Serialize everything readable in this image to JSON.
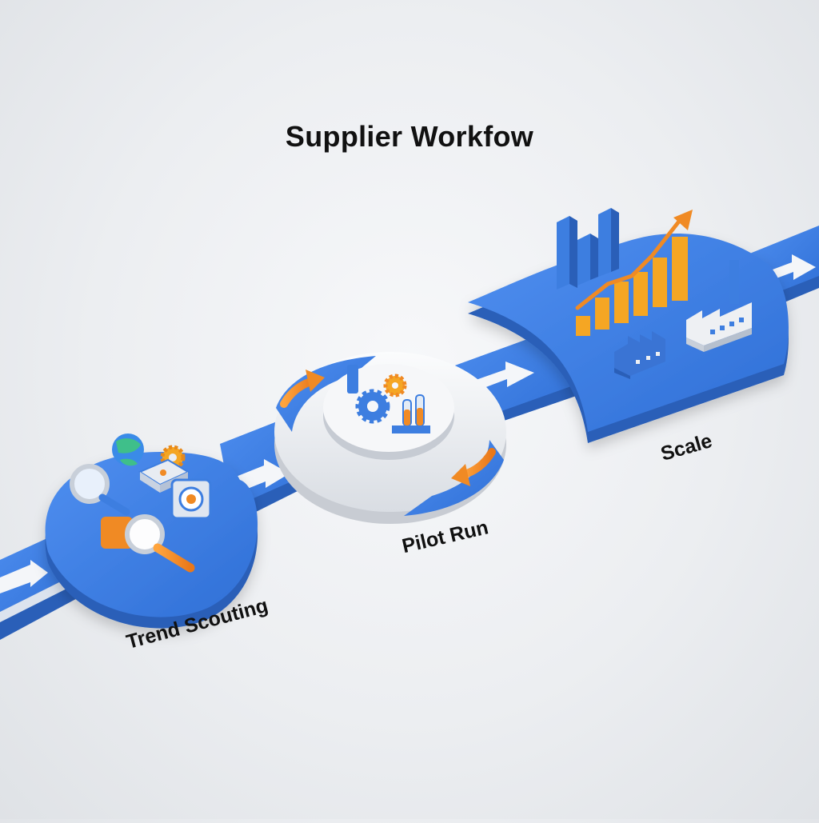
{
  "title": "Supplier Workfow",
  "stages": [
    {
      "id": "trend",
      "label": "Trend Scouting"
    },
    {
      "id": "pilot",
      "label": "Pilot Run"
    },
    {
      "id": "scale",
      "label": "Scale"
    }
  ],
  "colors": {
    "path_blue": "#3d7ee0",
    "path_dark": "#2a5fb8",
    "accent_orange": "#f08a24",
    "platform_white": "#eef0f3",
    "arrow_white": "#f4f6f9"
  },
  "icons": [
    "globe-icon",
    "gear-icon",
    "magnifier-icon",
    "circuit-chip-icon",
    "flask-icon",
    "bar-chart-icon",
    "growth-arrow-icon",
    "factory-icon"
  ]
}
